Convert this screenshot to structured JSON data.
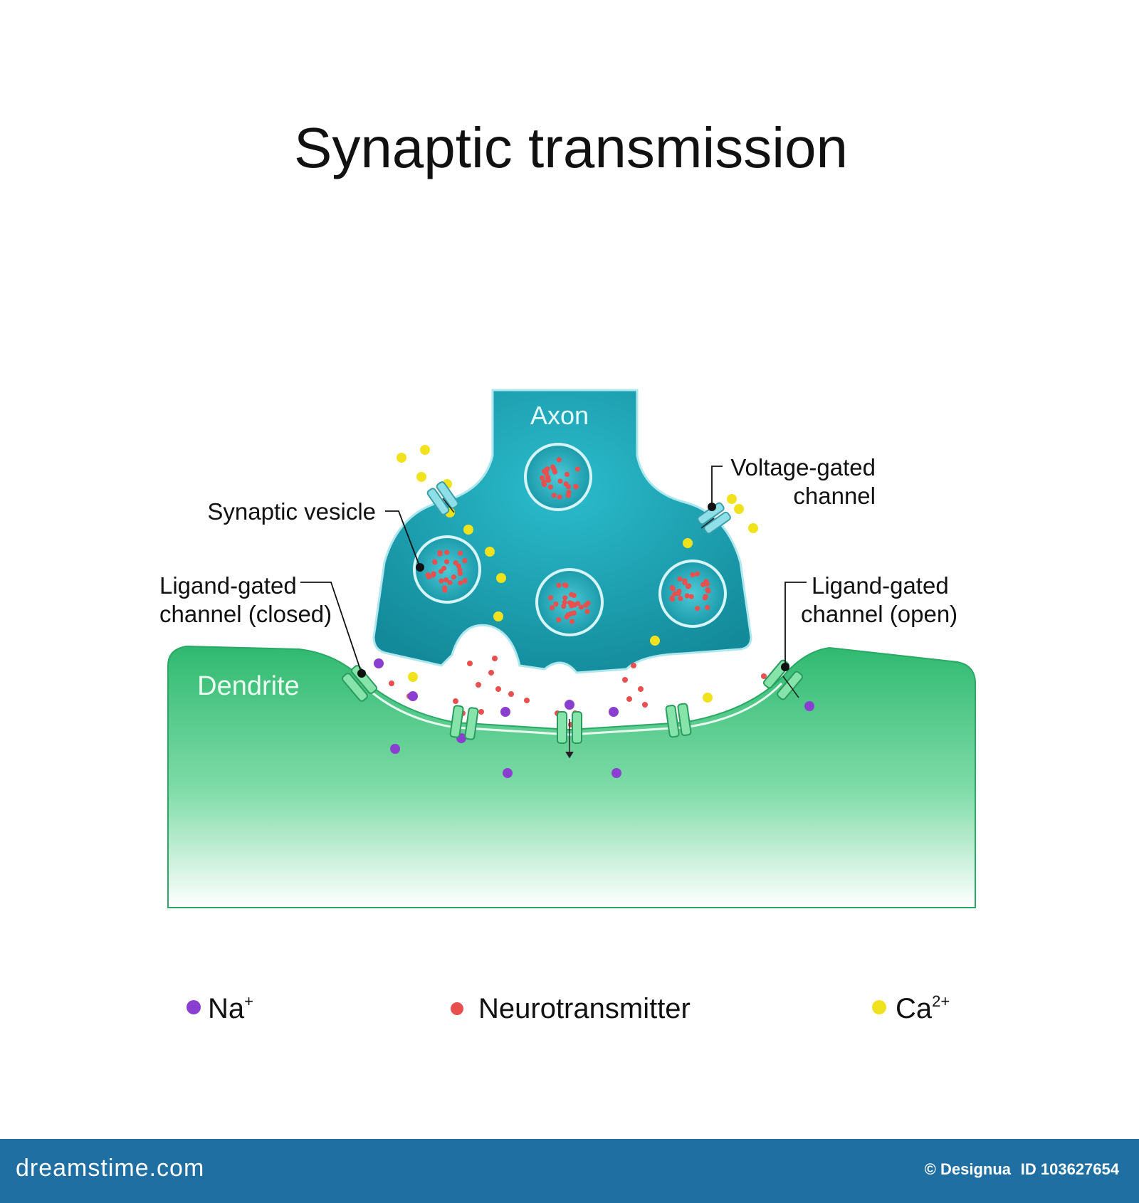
{
  "title": "Synaptic transmission",
  "labels": {
    "axon": "Axon",
    "dendrite": "Dendrite",
    "synaptic_vesicle": "Synaptic vesicle",
    "voltage_gated_line1": "Voltage-gated",
    "voltage_gated_line2": "channel",
    "ligand_closed_line1": "Ligand-gated",
    "ligand_closed_line2": "channel (closed)",
    "ligand_open_line1": "Ligand-gated",
    "ligand_open_line2": "channel (open)"
  },
  "legend": {
    "na_label": "Na",
    "na_superscript": "+",
    "neurotransmitter_label": "Neurotransmitter",
    "ca_label": "Ca",
    "ca_superscript": "2+"
  },
  "colors": {
    "axon": "#1ea5b6",
    "axon_dark": "#127e8d",
    "dendrite": "#3ec27a",
    "dendrite_light": "#ffffff",
    "sodium": "#8a3fd1",
    "neurotransmitter": "#e8504f",
    "calcium": "#f0e21c",
    "footer": "#1f6fa3"
  },
  "footer": {
    "brand": "dreamstime.com",
    "stock_id": "ID 103627654",
    "credit": "© Designua"
  }
}
